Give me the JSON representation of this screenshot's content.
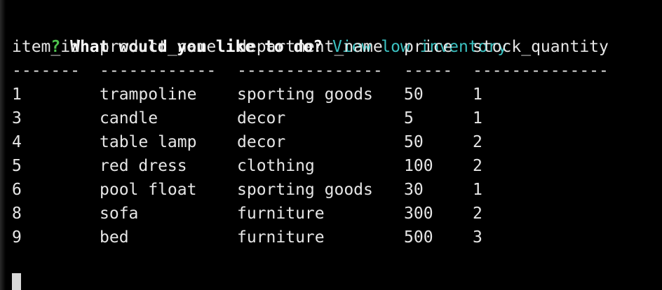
{
  "prompt": {
    "mark": "?",
    "question": "What would you like to do?",
    "answer": "View low inventory"
  },
  "table": {
    "headers": [
      "item_id",
      "product_name",
      "department_name",
      "price",
      "stock_quantity"
    ],
    "separators": [
      "-------",
      "------------",
      "---------------",
      "-----",
      "--------------"
    ],
    "rows": [
      [
        "1",
        "trampoline",
        "sporting goods",
        "50",
        "1"
      ],
      [
        "3",
        "candle",
        "decor",
        "5",
        "1"
      ],
      [
        "4",
        "table lamp",
        "decor",
        "50",
        "2"
      ],
      [
        "5",
        "red dress",
        "clothing",
        "100",
        "2"
      ],
      [
        "6",
        "pool float",
        "sporting goods",
        "30",
        "1"
      ],
      [
        "8",
        "sofa",
        "furniture",
        "300",
        "2"
      ],
      [
        "9",
        "bed",
        "furniture",
        "500",
        "3"
      ]
    ]
  },
  "colors": {
    "background": "#000000",
    "prompt_mark": "#4ec24e",
    "prompt_answer": "#3bc1c1",
    "text": "#e6e6e6"
  }
}
